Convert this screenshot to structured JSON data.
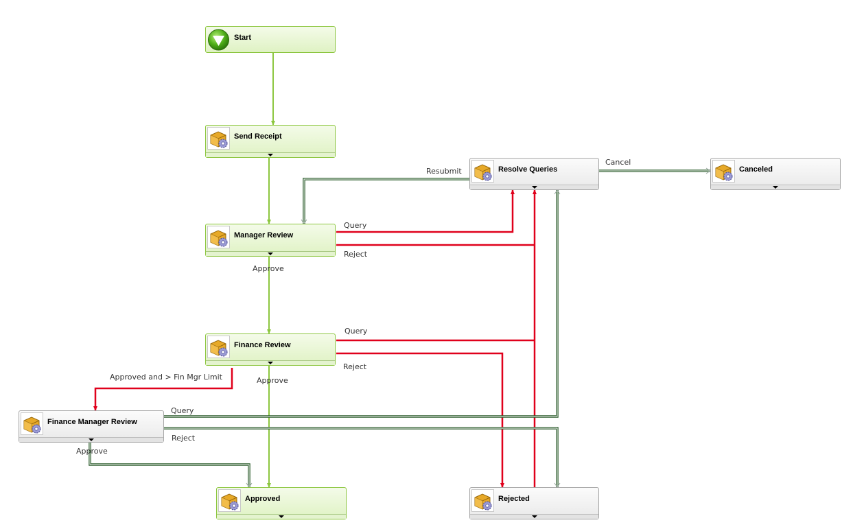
{
  "nodes": {
    "start": {
      "title": "Start",
      "icon": "start-check-icon"
    },
    "send_receipt": {
      "title": "Send Receipt",
      "icon": "box-gear-icon"
    },
    "manager_review": {
      "title": "Manager Review",
      "icon": "box-gear-icon"
    },
    "finance_review": {
      "title": "Finance Review",
      "icon": "box-gear-icon"
    },
    "finance_manager_review": {
      "title": "Finance Manager Review",
      "icon": "box-gear-icon"
    },
    "resolve_queries": {
      "title": "Resolve Queries",
      "icon": "box-gear-icon"
    },
    "canceled": {
      "title": "Canceled",
      "icon": "box-gear-icon"
    },
    "approved": {
      "title": "Approved",
      "icon": "box-gear-icon"
    },
    "rejected": {
      "title": "Rejected",
      "icon": "box-gear-icon"
    }
  },
  "labels": {
    "resubmit": "Resubmit",
    "cancel": "Cancel",
    "mgr_query": "Query",
    "mgr_reject": "Reject",
    "mgr_approve": "Approve",
    "fin_query": "Query",
    "fin_reject": "Reject",
    "fin_approve": "Approve",
    "fin_over_limit": "Approved and > Fin Mgr Limit",
    "fmr_query": "Query",
    "fmr_reject": "Reject",
    "fmr_approve": "Approve"
  },
  "colors": {
    "green_line": "#8cc63f",
    "red_line": "#e0001b",
    "dark_line": "#3c6e3c",
    "green_node_border": "#8cc63f",
    "gray_node_border": "#a6a6a6"
  }
}
